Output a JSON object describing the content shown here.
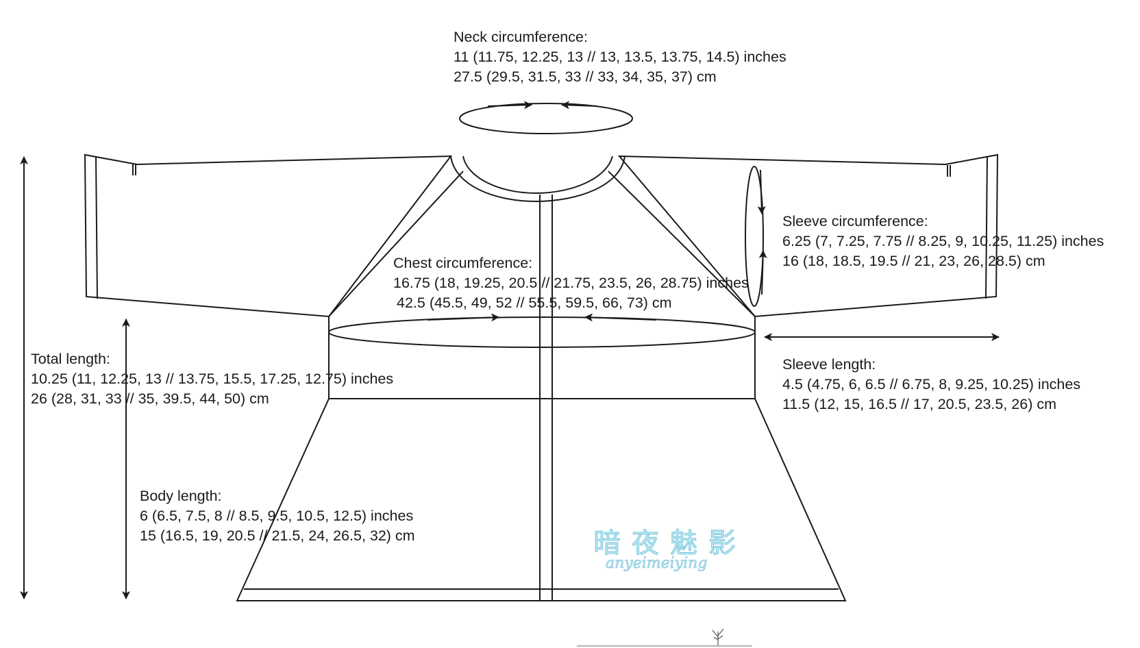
{
  "neck_circumference": {
    "title": "Neck circumference:",
    "inches": "11 (11.75, 12.25, 13 // 13, 13.5, 13.75, 14.5) inches",
    "cm": "27.5 (29.5, 31.5, 33 // 33, 34, 35, 37) cm"
  },
  "sleeve_circumference": {
    "title": "Sleeve circumference:",
    "inches": "6.25 (7, 7.25, 7.75 // 8.25, 9, 10.25, 11.25) inches",
    "cm": "16 (18, 18.5, 19.5 // 21, 23, 26, 28.5) cm"
  },
  "chest_circumference": {
    "title": "Chest circumference:",
    "inches": "16.75 (18, 19.25, 20.5 // 21.75, 23.5, 26, 28.75) inches",
    "cm": "42.5 (45.5, 49, 52 // 55.5, 59.5, 66, 73) cm"
  },
  "sleeve_length": {
    "title": "Sleeve length:",
    "inches": "4.5 (4.75, 6, 6.5 // 6.75, 8, 9.25, 10.25) inches",
    "cm": "11.5 (12, 15, 16.5 // 17, 20.5, 23.5, 26) cm"
  },
  "total_length": {
    "title": "Total length:",
    "inches": "10.25 (11, 12.25, 13 // 13.75, 15.5, 17.25, 12.75) inches",
    "cm": "26 (28, 31, 33 // 35, 39.5, 44, 50) cm"
  },
  "body_length": {
    "title": "Body length:",
    "inches": "6 (6.5, 7.5, 8 // 8.5, 9.5, 10.5, 12.5) inches",
    "cm": "15 (16.5, 19, 20.5 // 21.5, 24, 26.5, 32) cm"
  },
  "watermark": {
    "title": "暗夜魅影",
    "subtitle": "anyeimeiying"
  },
  "colors": {
    "line": "#1a1a1a",
    "text": "#1a1a1a",
    "watermark": "#7cc9e0"
  }
}
